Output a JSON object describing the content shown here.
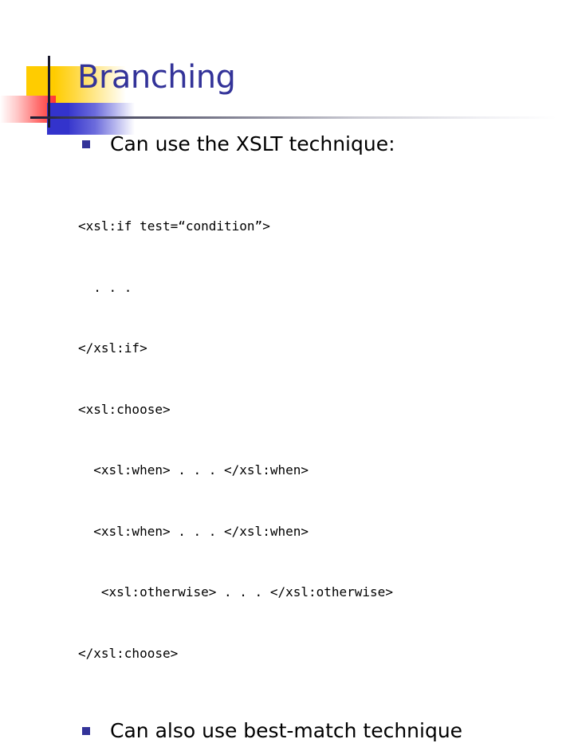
{
  "slide": {
    "title": "Branching",
    "background_color": "#ffffff",
    "title_color": "#333399",
    "body_text_color": "#000000",
    "bullet_color": "#333399"
  },
  "decoration": {
    "yellow_swatch_color": "#FFCC00",
    "blue_swatch_color": "#3333CC",
    "red_swatch_color": "#FF3333",
    "rule_color": "#1A1A2E"
  },
  "bullets": [
    {
      "marker": "square-bullet",
      "text": "Can use the XSLT technique:"
    },
    {
      "marker": "square-bullet",
      "text": "Can also use best-match technique"
    }
  ],
  "code": {
    "lines": [
      "<xsl:if test=“condition”>",
      "  . . .",
      "</xsl:if>",
      "<xsl:choose>",
      "  <xsl:when> . . . </xsl:when>",
      "  <xsl:when> . . . </xsl:when>",
      "   <xsl:otherwise> . . . </xsl:otherwise>",
      "</xsl:choose>"
    ]
  }
}
